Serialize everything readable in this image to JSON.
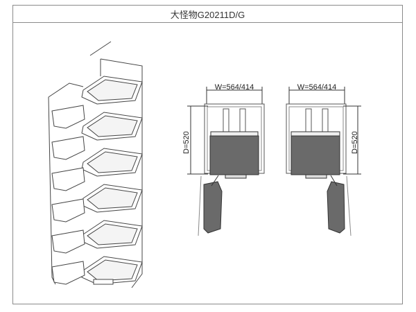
{
  "title": "大怪物G20211D/G",
  "views": {
    "left": {
      "width_label": "W=564/414",
      "depth_label": "D=520"
    },
    "right": {
      "width_label": "W=564/414",
      "depth_label": "D=520"
    }
  }
}
